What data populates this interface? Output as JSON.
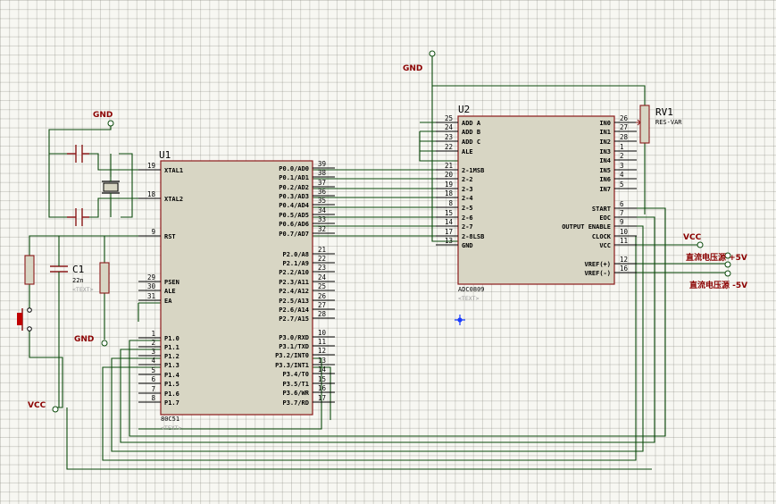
{
  "u1": {
    "ref": "U1",
    "part": "80C51",
    "text": "<TEXT>",
    "left_pins": [
      {
        "num": "19",
        "label": "XTAL1"
      },
      {
        "num": "18",
        "label": "XTAL2"
      },
      {
        "num": "9",
        "label": "RST"
      },
      {
        "num": "29",
        "label": "PSEN"
      },
      {
        "num": "30",
        "label": "ALE"
      },
      {
        "num": "31",
        "label": "EA"
      },
      {
        "num": "1",
        "label": "P1.0"
      },
      {
        "num": "2",
        "label": "P1.1"
      },
      {
        "num": "3",
        "label": "P1.2"
      },
      {
        "num": "4",
        "label": "P1.3"
      },
      {
        "num": "5",
        "label": "P1.4"
      },
      {
        "num": "6",
        "label": "P1.5"
      },
      {
        "num": "7",
        "label": "P1.6"
      },
      {
        "num": "8",
        "label": "P1.7"
      }
    ],
    "right_pins": [
      {
        "num": "39",
        "label": "P0.0/AD0"
      },
      {
        "num": "38",
        "label": "P0.1/AD1"
      },
      {
        "num": "37",
        "label": "P0.2/AD2"
      },
      {
        "num": "36",
        "label": "P0.3/AD3"
      },
      {
        "num": "35",
        "label": "P0.4/AD4"
      },
      {
        "num": "34",
        "label": "P0.5/AD5"
      },
      {
        "num": "33",
        "label": "P0.6/AD6"
      },
      {
        "num": "32",
        "label": "P0.7/AD7"
      },
      {
        "num": "21",
        "label": "P2.0/A8"
      },
      {
        "num": "22",
        "label": "P2.1/A9"
      },
      {
        "num": "23",
        "label": "P2.2/A10"
      },
      {
        "num": "24",
        "label": "P2.3/A11"
      },
      {
        "num": "25",
        "label": "P2.4/A12"
      },
      {
        "num": "26",
        "label": "P2.5/A13"
      },
      {
        "num": "27",
        "label": "P2.6/A14"
      },
      {
        "num": "28",
        "label": "P2.7/A15"
      },
      {
        "num": "10",
        "label": "P3.0/RXD"
      },
      {
        "num": "11",
        "label": "P3.1/TXD"
      },
      {
        "num": "12",
        "label": "P3.2/INT0"
      },
      {
        "num": "13",
        "label": "P3.3/INT1"
      },
      {
        "num": "14",
        "label": "P3.4/T0"
      },
      {
        "num": "15",
        "label": "P3.5/T1"
      },
      {
        "num": "16",
        "label": "P3.6/WR"
      },
      {
        "num": "17",
        "label": "P3.7/RD"
      }
    ]
  },
  "u2": {
    "ref": "U2",
    "part": "ADC0809",
    "text": "<TEXT>",
    "left_pins": [
      {
        "num": "25",
        "label": "ADD A"
      },
      {
        "num": "24",
        "label": "ADD B"
      },
      {
        "num": "23",
        "label": "ADD C"
      },
      {
        "num": "22",
        "label": "ALE"
      },
      {
        "num": "21",
        "label": "2-1MSB"
      },
      {
        "num": "20",
        "label": "2-2"
      },
      {
        "num": "19",
        "label": "2-3"
      },
      {
        "num": "18",
        "label": "2-4"
      },
      {
        "num": "8",
        "label": "2-5"
      },
      {
        "num": "15",
        "label": "2-6"
      },
      {
        "num": "14",
        "label": "2-7"
      },
      {
        "num": "17",
        "label": "2-8LSB"
      },
      {
        "num": "13",
        "label": "GND"
      }
    ],
    "right_pins": [
      {
        "num": "26",
        "label": "IN0"
      },
      {
        "num": "27",
        "label": "IN1"
      },
      {
        "num": "28",
        "label": "IN2"
      },
      {
        "num": "1",
        "label": "IN3"
      },
      {
        "num": "2",
        "label": "IN4"
      },
      {
        "num": "3",
        "label": "IN5"
      },
      {
        "num": "4",
        "label": "IN6"
      },
      {
        "num": "5",
        "label": "IN7"
      },
      {
        "num": "6",
        "label": "START"
      },
      {
        "num": "7",
        "label": "EOC"
      },
      {
        "num": "9",
        "label": "OUTPUT ENABLE"
      },
      {
        "num": "10",
        "label": "CLOCK"
      },
      {
        "num": "11",
        "label": "VCC"
      },
      {
        "num": "12",
        "label": "VREF(+)"
      },
      {
        "num": "16",
        "label": "VREF(-)"
      }
    ]
  },
  "rv1": {
    "ref": "RV1",
    "value": "RES-VAR"
  },
  "c1": {
    "ref": "C1",
    "value": "22n",
    "text": "<TEXT>"
  },
  "terminals": {
    "gnd_top": "GND",
    "gnd_crystal": "GND",
    "gnd_reset": "GND",
    "vcc_adc": "VCC",
    "vcc_left": "VCC",
    "vref_pos": "直流电压源 +5V",
    "vref_neg": "直流电压源 -5V"
  },
  "colors": {
    "wire": "#0a4a0a",
    "body": "#d8d6c4",
    "outline": "#8b1a1a",
    "label": "#8b0000"
  }
}
